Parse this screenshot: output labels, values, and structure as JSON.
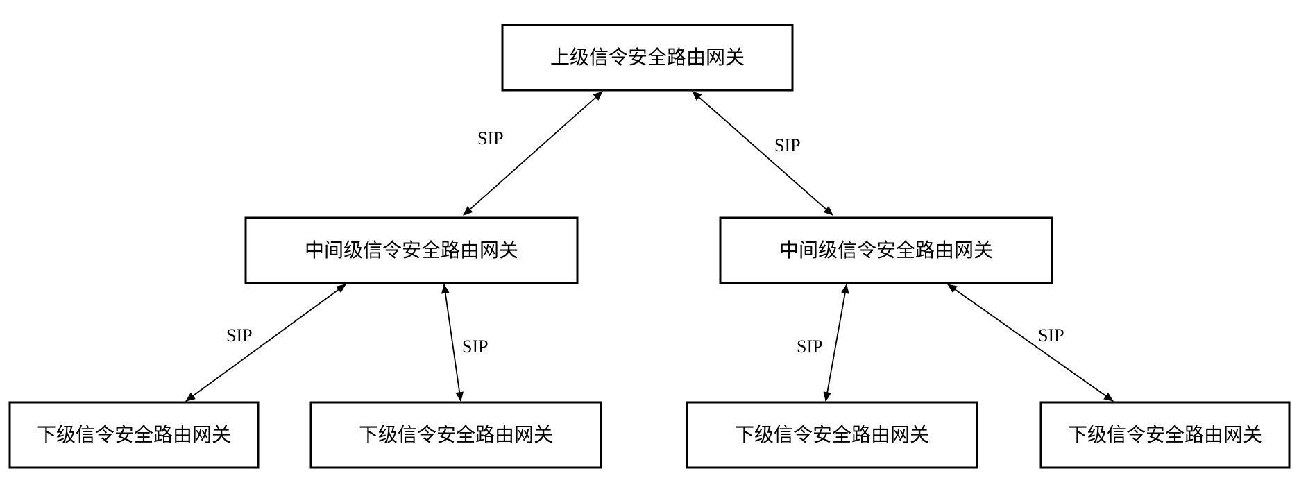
{
  "diagram": {
    "nodes": {
      "top": {
        "label": "上级信令安全路由网关"
      },
      "mid_left": {
        "label": "中间级信令安全路由网关"
      },
      "mid_right": {
        "label": "中间级信令安全路由网关"
      },
      "bottom_1": {
        "label": "下级信令安全路由网关"
      },
      "bottom_2": {
        "label": "下级信令安全路由网关"
      },
      "bottom_3": {
        "label": "下级信令安全路由网关"
      },
      "bottom_4": {
        "label": "下级信令安全路由网关"
      }
    },
    "edges": [
      {
        "from": "top",
        "to": "mid_left",
        "label": "SIP",
        "direction": "bidirectional"
      },
      {
        "from": "top",
        "to": "mid_right",
        "label": "SIP",
        "direction": "bidirectional"
      },
      {
        "from": "mid_left",
        "to": "bottom_1",
        "label": "SIP",
        "direction": "bidirectional"
      },
      {
        "from": "mid_left",
        "to": "bottom_2",
        "label": "SIP",
        "direction": "bidirectional"
      },
      {
        "from": "mid_right",
        "to": "bottom_3",
        "label": "SIP",
        "direction": "bidirectional"
      },
      {
        "from": "mid_right",
        "to": "bottom_4",
        "label": "SIP",
        "direction": "bidirectional"
      }
    ]
  }
}
